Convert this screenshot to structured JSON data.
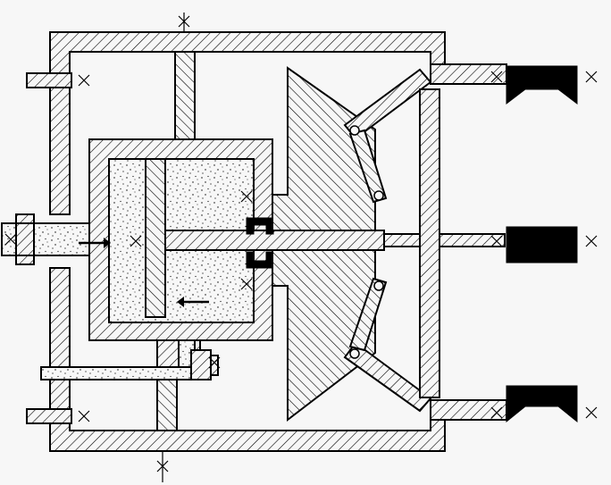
{
  "diagram": {
    "kind": "mechanical cross-section",
    "colors": {
      "background": "#f7f7f7",
      "line": "#000000",
      "fill_solid": "#000000"
    },
    "flow_arrows": [
      "inlet-right",
      "return-left"
    ],
    "pads": [
      "top-pad",
      "middle-pad",
      "bottom-pad"
    ],
    "hinges": 4
  }
}
